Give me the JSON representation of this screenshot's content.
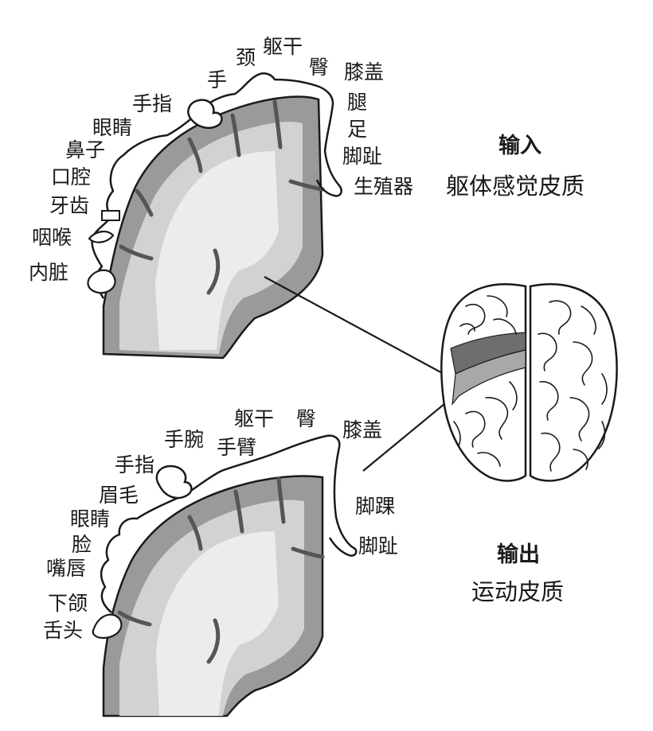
{
  "sensory": {
    "heading": "输入",
    "subheading": "躯体感觉皮质",
    "labels": [
      "颈",
      "躯干",
      "手",
      "臀",
      "膝盖",
      "手指",
      "腿",
      "眼睛",
      "足",
      "鼻子",
      "脚趾",
      "口腔",
      "生殖器",
      "牙齿",
      "咽喉",
      "内脏"
    ]
  },
  "motor": {
    "heading": "输出",
    "subheading": "运动皮质",
    "labels": [
      "躯干",
      "臀",
      "手腕",
      "膝盖",
      "手臂",
      "手指",
      "眉毛",
      "脚踝",
      "眼睛",
      "脸",
      "脚趾",
      "嘴唇",
      "下颌",
      "舌头"
    ]
  },
  "colors": {
    "cortex_band": "#9a9a9a",
    "white_matter": "#d2d2d2",
    "core": "#ececec",
    "outline": "#1a1a1a",
    "brain_motor_strip": "#6e6e6e",
    "brain_sensory_strip": "#a8a8a8"
  }
}
